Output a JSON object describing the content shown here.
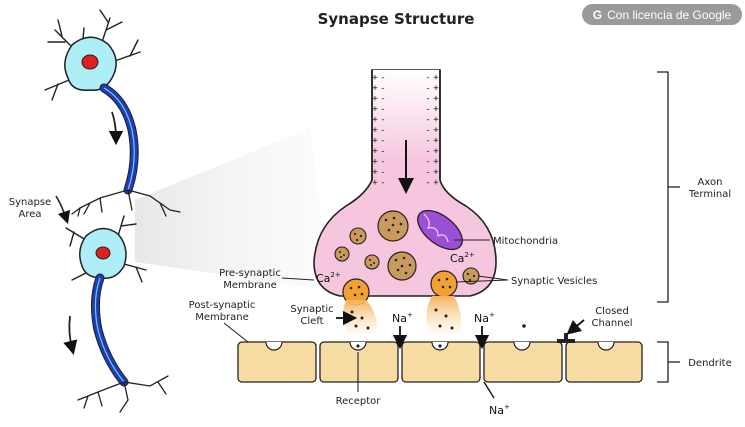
{
  "title": "Synapse Structure",
  "badge": {
    "icon_letter": "G",
    "text": "Con licencia de Google"
  },
  "labels": {
    "synapse_area": [
      "Synapse",
      "Area"
    ],
    "mitochondria": "Mitochondria",
    "pre_synaptic_membrane": [
      "Pre-synaptic",
      "Membrane"
    ],
    "synaptic_vesicles": "Synaptic Vesicles",
    "post_synaptic_membrane": [
      "Post-synaptic",
      "Membrane"
    ],
    "synaptic_cleft": [
      "Synaptic",
      "Cleft"
    ],
    "closed_channel": [
      "Closed",
      "Channel"
    ],
    "receptor": "Receptor",
    "axon_terminal": [
      "Axon",
      "Terminal"
    ],
    "dendrite": "Dendrite"
  },
  "ions": {
    "ca": {
      "symbol": "Ca",
      "charge": "2+"
    },
    "na": {
      "symbol": "Na",
      "charge": "+"
    }
  },
  "membrane_signs": {
    "plus": "+",
    "minus": "-"
  },
  "colors": {
    "axon_blue": "#1a3dbd",
    "neuron_body": "#aeeef7",
    "nucleus": "#e02020",
    "terminal_pink": "#f6c6de",
    "vesicle_orange": "#f2a032",
    "vesicle_brown": "#c99a5b",
    "mitochondria_purple": "#9b4fd4",
    "dendrite_beige": "#f7dda4"
  }
}
